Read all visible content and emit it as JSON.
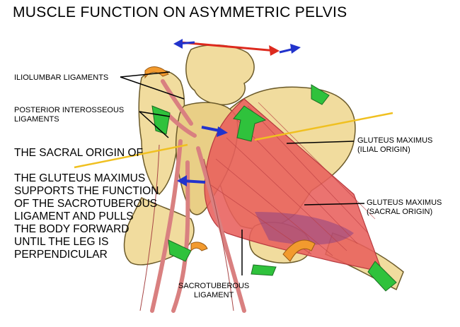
{
  "title": "MUSCLE FUNCTION ON ASYMMETRIC PELVIS",
  "labels": {
    "iliolumbar": "ILIOLUMBAR LIGAMENTS",
    "posterior_interosseous": "POSTERIOR INTEROSSEOUS\nLIGAMENTS",
    "sacral_origin_of": "THE SACRAL ORIGIN OF",
    "gluteus_paragraph": "THE GLUTEUS MAXIMUS\nSUPPORTS THE FUNCTION\nOF THE SACROTUBEROUS\nLIGAMENT AND PULLS\nTHE BODY FORWARD\nUNTIL THE LEG IS\nPERPENDICULAR",
    "gm_ilial": "GLUTEUS MAXIMUS\n(ILIAL ORIGIN)",
    "gm_sacral": "GLUTEUS MAXIMUS\n(SACRAL ORIGIN)",
    "sacrotuberous": "SACROTUBEROUS\nLIGAMENT"
  },
  "colors": {
    "bone": "#f1dc9e",
    "bone_outline": "#6b5a2a",
    "muscle": "#e8605c",
    "muscle_dark": "#b83a3f",
    "ligament": "#d98080",
    "arrow_green": "#2fc23c",
    "arrow_orange": "#f29a2e",
    "arrow_blue": "#2233cc",
    "arrow_red": "#dd2a1e",
    "needle_yellow": "#f0c020",
    "purple": "#7a3a8a"
  }
}
